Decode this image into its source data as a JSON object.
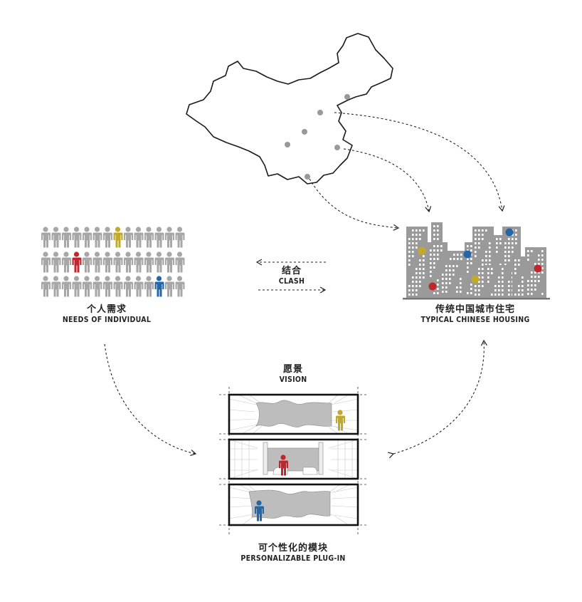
{
  "labels": {
    "needs": {
      "cn": "个人需求",
      "en": "NEEDS OF INDIVIDUAL"
    },
    "housing": {
      "cn": "传统中国城市住宅",
      "en": "TYPICAL CHINESE HOUSING"
    },
    "clash": {
      "cn": "结合",
      "en": "CLASH"
    },
    "vision": {
      "cn": "愿景",
      "en": "VISION"
    },
    "plugin": {
      "cn": "可个性化的模块",
      "en": "PERSONALIZABLE  PLUG-IN"
    }
  },
  "colors": {
    "figure_gray": "#a7a7a7",
    "yellow": "#c2a92a",
    "red": "#c0262b",
    "blue": "#2367a8",
    "building": "#9a9a9a",
    "map_dot": "#999999",
    "room_gray": "#bdbdbd"
  },
  "icons": {
    "map": "china-map-outline",
    "crowd": "people-grid-icon",
    "buildings": "city-housing-icon",
    "arrows": "dashed-arrow"
  }
}
